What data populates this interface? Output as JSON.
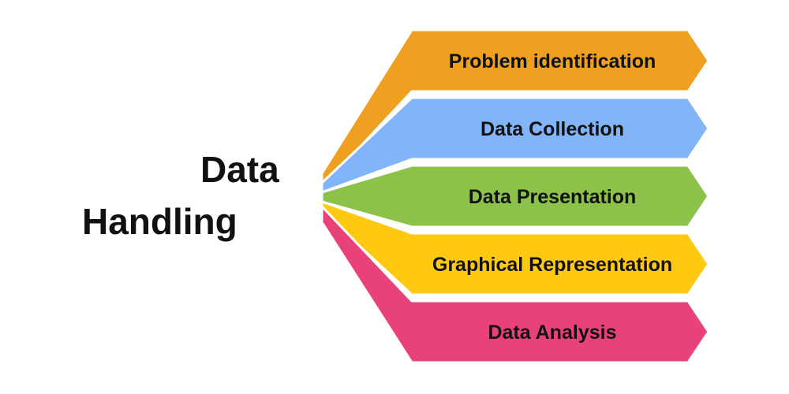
{
  "title": {
    "line1": "Data",
    "line2": "Handling"
  },
  "steps": [
    {
      "label": "Problem identification",
      "color": "#F0A020"
    },
    {
      "label": "Data Collection",
      "color": "#82B4FA"
    },
    {
      "label": "Data Presentation",
      "color": "#8CC24A"
    },
    {
      "label": "Graphical Representation",
      "color": "#FFC811"
    },
    {
      "label": "Data Analysis",
      "color": "#E94279"
    }
  ]
}
